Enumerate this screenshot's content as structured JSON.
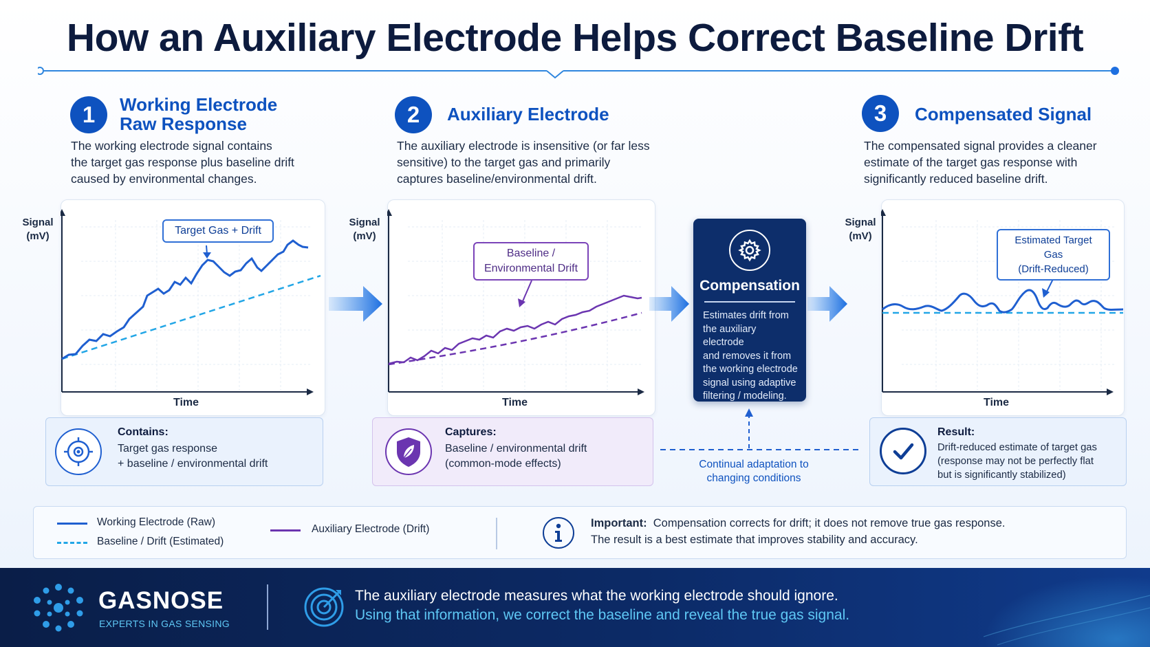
{
  "title": "How an Auxiliary Electrode Helps Correct Baseline Drift",
  "steps": [
    {
      "number": "1",
      "title_line1": "Working Electrode",
      "title_line2": "Raw Response",
      "desc": [
        "The working electrode signal contains",
        "the target gas response plus baseline drift",
        "caused by environmental changes."
      ]
    },
    {
      "number": "2",
      "title_line1": "Auxiliary Electrode",
      "desc": [
        "The auxiliary electrode is insensitive (or far less",
        "sensitive) to the target gas and primarily",
        "captures baseline/environmental drift."
      ]
    },
    {
      "number": "3",
      "title_line1": "Compensated Signal",
      "desc": [
        "The compensated signal provides a cleaner",
        "estimate of the target gas response with",
        "significantly reduced baseline drift."
      ]
    }
  ],
  "charts": [
    {
      "ylabel_line1": "Signal",
      "ylabel_line2": "(mV)",
      "xlabel": "Time",
      "callout_lines": [
        "Target Gas + Drift"
      ]
    },
    {
      "ylabel_line1": "Signal",
      "ylabel_line2": "(mV)",
      "xlabel": "Time",
      "callout_lines": [
        "Baseline /",
        "Environmental Drift"
      ]
    },
    {
      "ylabel_line1": "Signal",
      "ylabel_line2": "(mV)",
      "xlabel": "Time",
      "callout_lines": [
        "Estimated Target Gas",
        "(Drift-Reduced)"
      ]
    }
  ],
  "compensation": {
    "title": "Compensation",
    "text": [
      "Estimates drift from",
      "the auxiliary electrode",
      "and removes it from",
      "the working electrode",
      "signal using adaptive",
      "filtering / modeling."
    ],
    "adaptation": [
      "Continual adaptation to",
      "changing conditions"
    ]
  },
  "info_boxes": [
    {
      "head": "Contains:",
      "lines": [
        "Target gas response",
        "+ baseline / environmental drift"
      ],
      "icon": "target-icon"
    },
    {
      "head": "Captures:",
      "lines": [
        "Baseline / environmental drift",
        "(common-mode effects)"
      ],
      "icon": "shield-leaf-icon"
    },
    {
      "head": "Result:",
      "lines": [
        "Drift-reduced estimate of target gas",
        "(response may not be perfectly flat",
        "but is significantly stabilized)"
      ],
      "icon": "checkmark-icon"
    }
  ],
  "legend": {
    "items": [
      "Working Electrode (Raw)",
      "Baseline / Drift (Estimated)",
      "Auxiliary Electrode (Drift)"
    ],
    "important_label": "Important:",
    "important_line1": "Compensation corrects for drift; it does not remove true gas response.",
    "important_line2": "The result is a best estimate that improves stability and accuracy."
  },
  "footer": {
    "brand": "GASNOSE",
    "brand_tag": "EXPERTS IN GAS SENSING",
    "tagline1": "The auxiliary electrode measures what the working electrode should ignore.",
    "tagline2": "Using that information, we correct the baseline and reveal the true gas signal."
  },
  "colors": {
    "working": "#1f5fd0",
    "baseline": "#22a6e6",
    "auxiliary": "#6b35b0",
    "accent": "#0e52bf",
    "dark_panel": "#0d2e6b"
  }
}
